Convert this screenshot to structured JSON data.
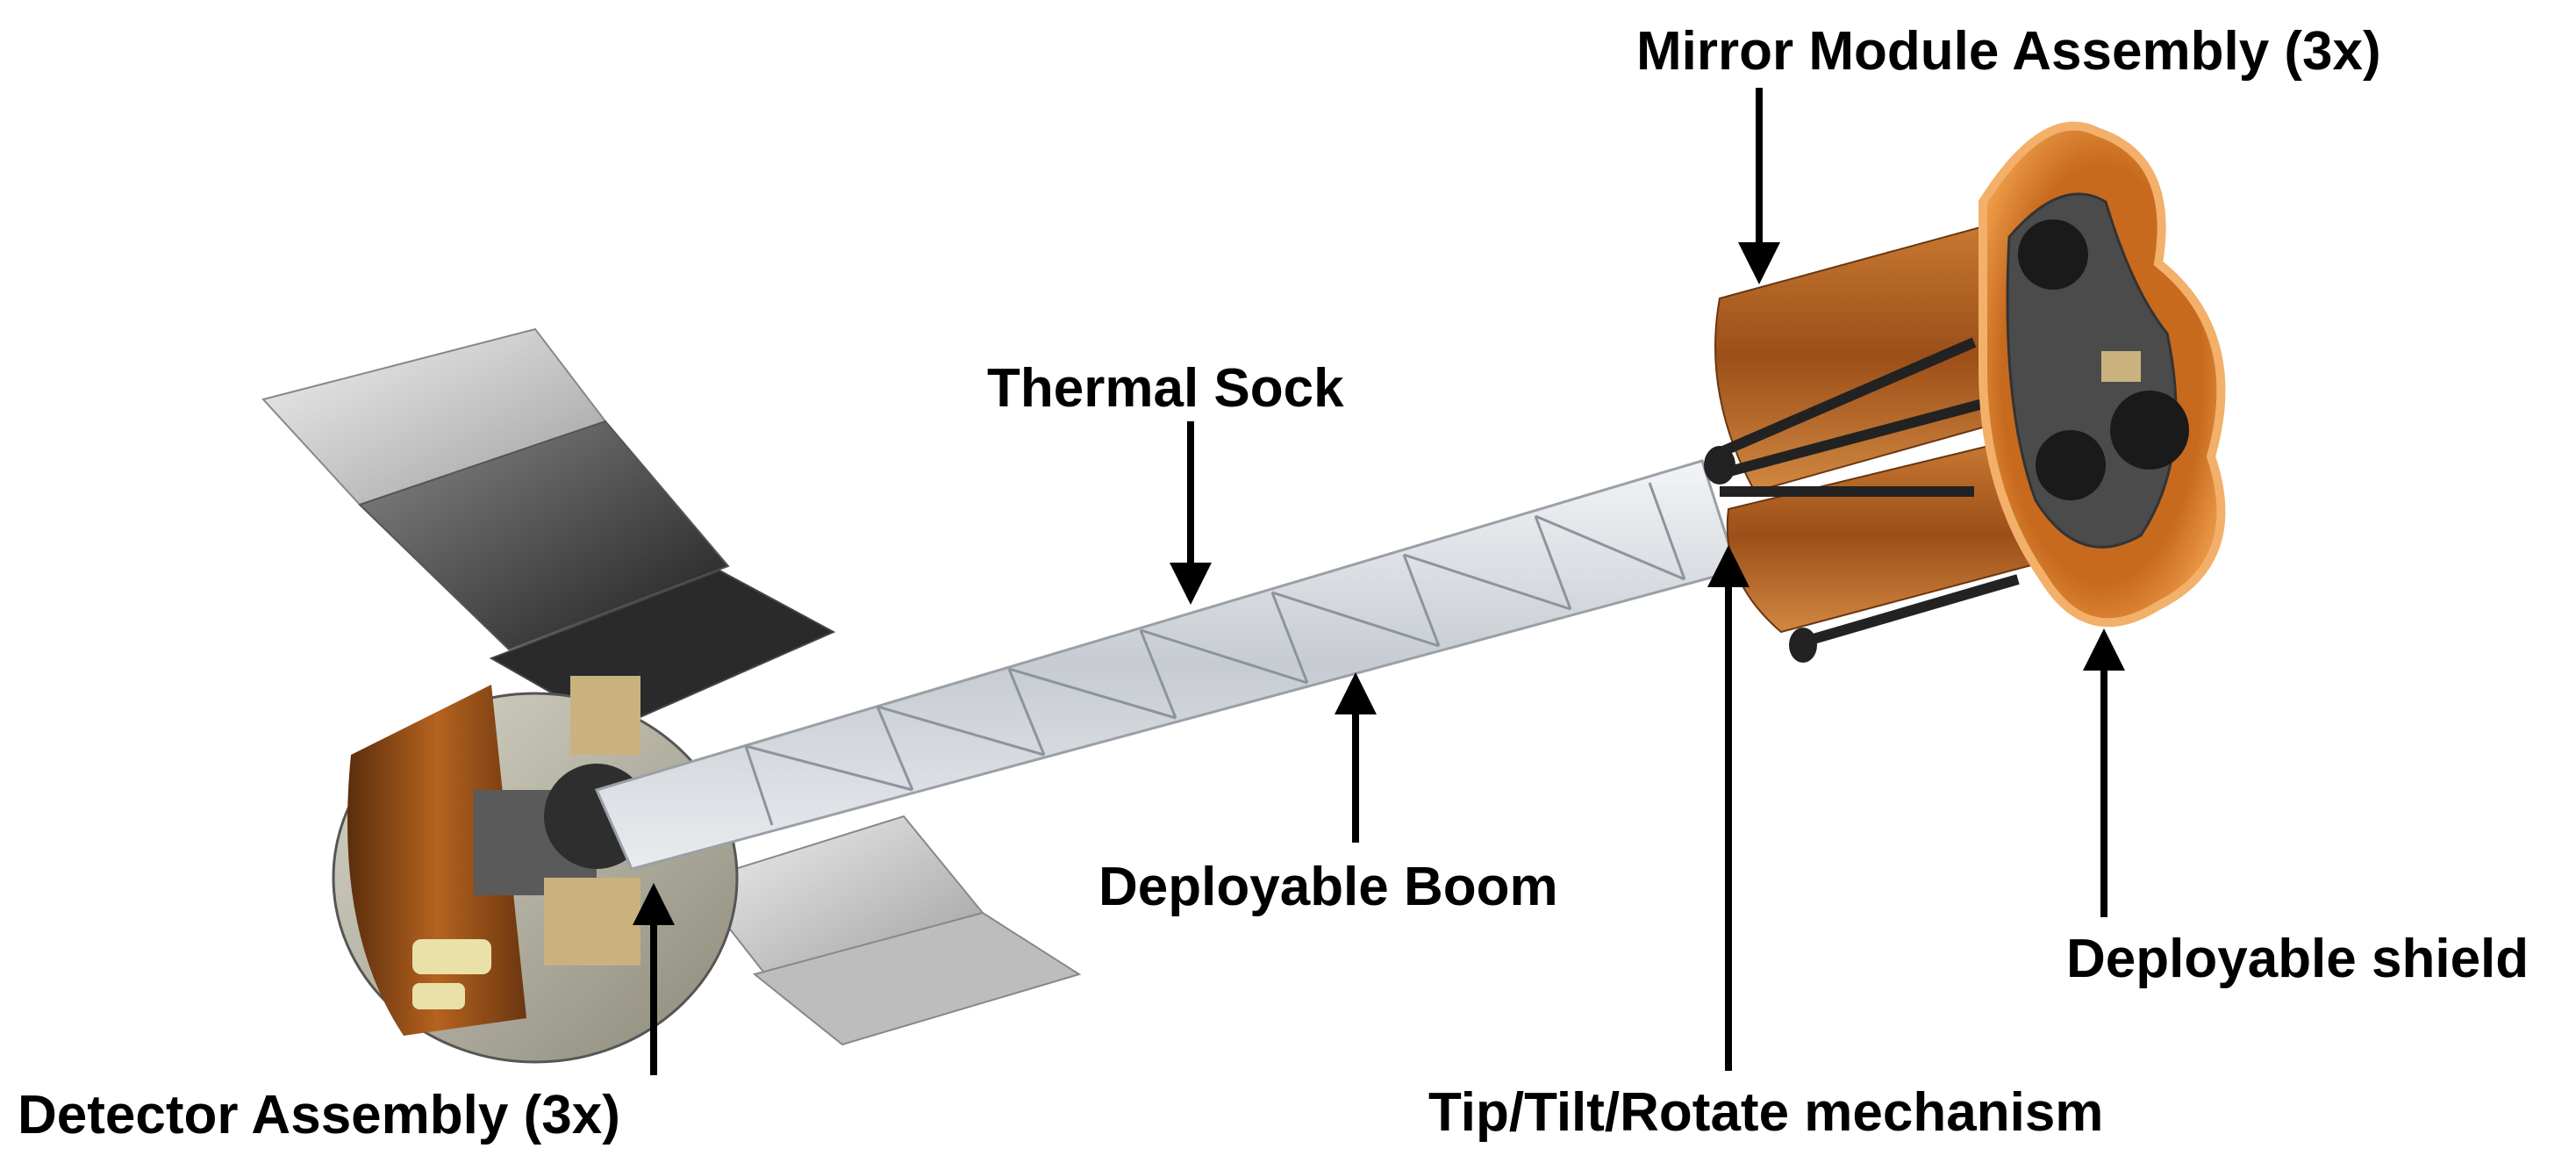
{
  "diagram": {
    "labels": {
      "mirror_module": "Mirror Module Assembly (3x)",
      "thermal_sock": "Thermal Sock",
      "deployable_boom": "Deployable Boom",
      "deployable_shield": "Deployable shield",
      "detector_assembly": "Detector Assembly (3x)",
      "tip_tilt_rotate": "Tip/Tilt/Rotate mechanism"
    },
    "colors": {
      "shield_orange": "#d9822b",
      "barrel_brown": "#a0561c",
      "boom_silver": "#d8dde2",
      "panel_gray": "#c9c9c9",
      "bus_dark": "#3a3a3a"
    }
  }
}
